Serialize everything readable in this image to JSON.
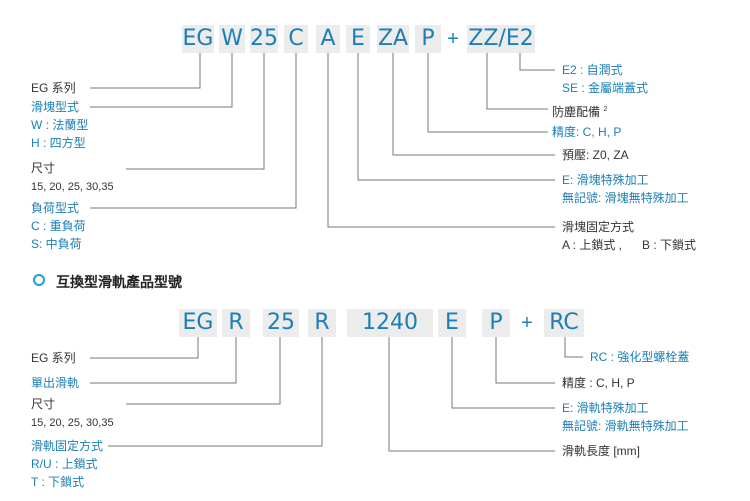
{
  "block_code": {
    "segments": [
      "EG",
      "W",
      "25",
      "C",
      "A",
      "E",
      "ZA",
      "P",
      "ZZ/E2"
    ],
    "plus": "+"
  },
  "block_labels": {
    "eg_series": "EG 系列",
    "block_type": "滑塊型式",
    "block_type_w": "W : 法蘭型",
    "block_type_h": "H : 四方型",
    "size": "尺寸",
    "size_values": "15, 20, 25, 30,35",
    "load_type": "負荷型式",
    "load_c": "C : 重負荷",
    "load_s": "S: 中負荷",
    "e2": "E2 : 自潤式",
    "se": "SE : 金屬端蓋式",
    "dust": "防塵配備",
    "dust_note": "2",
    "precision": "精度: C, H, P",
    "preload": "預壓:  Z0, ZA",
    "e_special": "E: 滑塊特殊加工",
    "no_mark": "無記號: 滑塊無特殊加工",
    "fix_method": "滑塊固定方式",
    "fix_values": "A : 上鎖式 ,      B : 下鎖式"
  },
  "section": {
    "title": "互換型滑軌產品型號"
  },
  "rail_code": {
    "segments": [
      "EG",
      "R",
      "25",
      "R",
      "1240",
      "E",
      "P",
      "RC"
    ],
    "plus": "+"
  },
  "rail_labels": {
    "eg_series": "EG 系列",
    "single_rail": "單出滑軌",
    "size": "尺寸",
    "size_values": "15, 20, 25, 30,35",
    "rail_fix": "滑軌固定方式",
    "rail_fix_ru": "R/U : 上鎖式",
    "rail_fix_t": "T : 下鎖式",
    "rc": "RC : 強化型螺栓蓋",
    "precision": "精度 : C, H, P",
    "e_special": "E: 滑軌特殊加工",
    "no_mark": "無記號: 滑軌無特殊加工",
    "rail_length": "滑軌長度 [mm]"
  },
  "colors": {
    "accent": "#1b7fb6",
    "bullet": "#1b9fd8",
    "code_bg": "#ececec",
    "line": "#777777"
  }
}
